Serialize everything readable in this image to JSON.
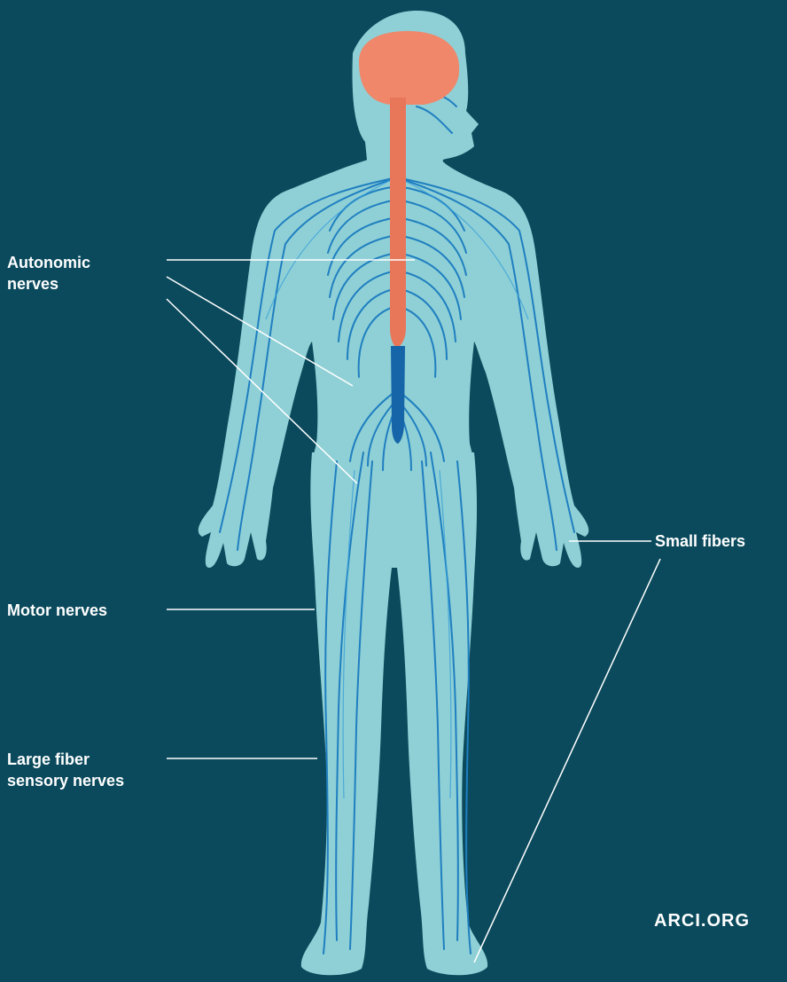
{
  "labels": {
    "autonomic": "Autonomic nerves",
    "autonomic_line1": "Autonomic",
    "autonomic_line2": "nerves",
    "small_fibers": "Small fibers",
    "motor": "Motor nerves",
    "large_fiber_line1": "Large fiber",
    "large_fiber_line2": "sensory nerves"
  },
  "watermark": "ARCI.ORG",
  "colors": {
    "background": "#0a4a5c",
    "body": "#8fd0d6",
    "brain": "#f0876a",
    "spinal_cord": "#e8775a",
    "nerves": "#1f7fc0",
    "leader_lines": "#ffffff",
    "text": "#ffffff"
  },
  "icons": {
    "figure": "human-nervous-system-figure"
  }
}
